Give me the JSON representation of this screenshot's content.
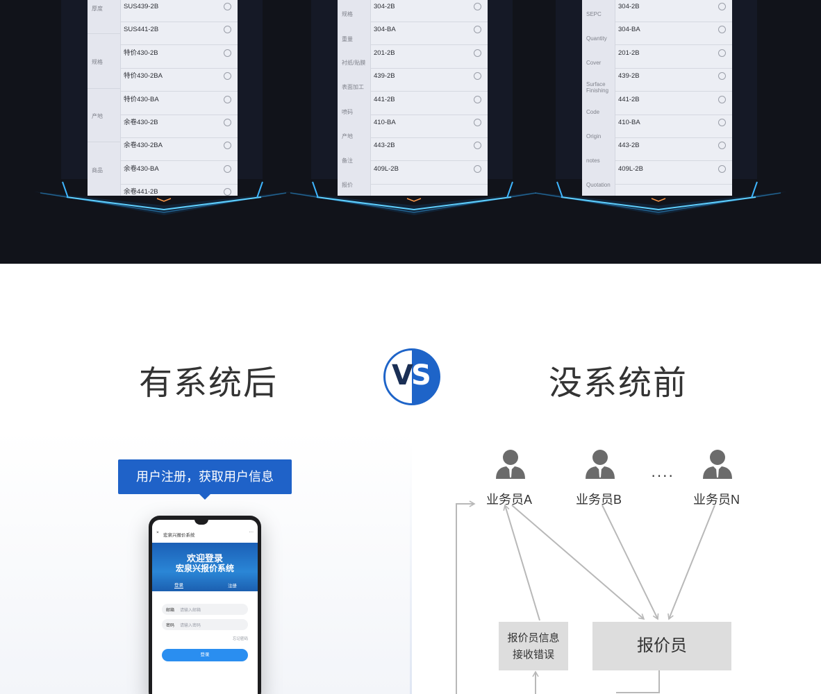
{
  "forms": [
    {
      "left_labels": [
        {
          "text": "厚度",
          "sep": false
        },
        {
          "text": "规格",
          "sep": true
        },
        {
          "text": "产地",
          "sep": true
        },
        {
          "text": "商品",
          "sep": true
        }
      ],
      "options": [
        "SUS439-2B",
        "SUS441-2B",
        "特价430-2B",
        "特价430-2BA",
        "特价430-BA",
        "余卷430-2B",
        "余卷430-2BA",
        "余卷430-BA",
        "余卷441-2B"
      ]
    },
    {
      "left_labels": [
        {
          "text": "规格"
        },
        {
          "text": "重量"
        },
        {
          "text": "衬纸/贴膜"
        },
        {
          "text": "表面加工"
        },
        {
          "text": "喷码"
        },
        {
          "text": "产地"
        },
        {
          "text": "备注"
        },
        {
          "text": "报价"
        }
      ],
      "options": [
        "304-2B",
        "304-BA",
        "201-2B",
        "439-2B",
        "441-2B",
        "410-BA",
        "443-2B",
        "409L-2B"
      ]
    },
    {
      "left_labels": [
        {
          "text": "SEPC"
        },
        {
          "text": "Quantity"
        },
        {
          "text": "Cover"
        },
        {
          "text": "Surface Finishing"
        },
        {
          "text": "Code"
        },
        {
          "text": "Origin"
        },
        {
          "text": "notes"
        },
        {
          "text": "Quotation"
        }
      ],
      "options": [
        "304-2B",
        "304-BA",
        "201-2B",
        "439-2B",
        "441-2B",
        "410-BA",
        "443-2B",
        "409L-2B"
      ]
    }
  ],
  "comparison": {
    "after_title": "有系统后",
    "before_title": "没系统前",
    "vs_v": "V",
    "vs_s": "S"
  },
  "after": {
    "callout": "用户注册，获取用户信息",
    "phone": {
      "close": "×",
      "app_title": "宏泉兴报价系统",
      "more": "···",
      "banner_line1": "欢迎登录",
      "banner_line2": "宏泉兴报价系统",
      "tab_login": "登录",
      "tab_register": "注册",
      "email_label": "邮箱",
      "email_placeholder": "请输入邮箱",
      "password_label": "密码",
      "password_placeholder": "请输入密码",
      "forgot": "忘记密码",
      "login_button": "登录"
    }
  },
  "before": {
    "salesperson_a": "业务员A",
    "salesperson_b": "业务员B",
    "salesperson_n": "业务员N",
    "dots": "····",
    "error_box": "报价员信息\n接收错误",
    "quoter_box": "报价员"
  },
  "colors": {
    "accent_blue": "#1f62c8",
    "dark_bg": "#11131a",
    "box_gray": "#dddddd",
    "arrow_gray": "#b8b8b8"
  }
}
